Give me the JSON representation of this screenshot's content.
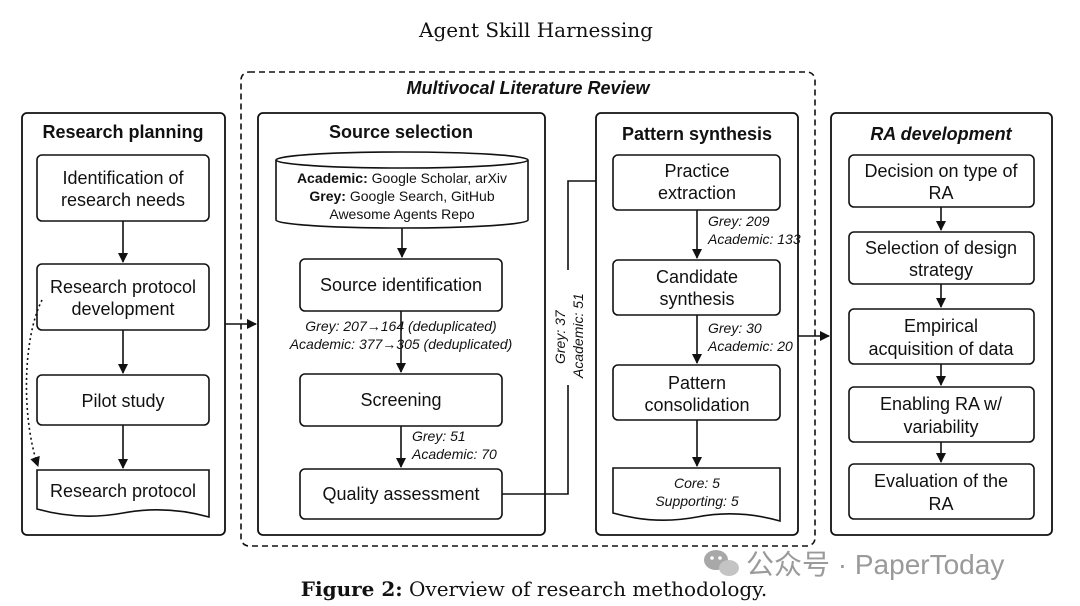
{
  "title": "Agent Skill Harnessing",
  "mlr_label": "Multivocal Literature Review",
  "planning": {
    "header": "Research planning",
    "step1": [
      "Identification of",
      "research needs"
    ],
    "step2": [
      "Research protocol",
      "development"
    ],
    "step3": "Pilot study",
    "output": "Research protocol"
  },
  "selection": {
    "header": "Source selection",
    "db": {
      "l1_bold": "Academic:",
      "l1": " Google Scholar, arXiv",
      "l2_bold": "Grey:",
      "l2": " Google Search, GitHub",
      "l3": "Awesome Agents Repo"
    },
    "ident": "Source identification",
    "dedup1": "Grey: 207→164 (deduplicated)",
    "dedup2": "Academic: 377→305 (deduplicated)",
    "screen": "Screening",
    "screen1": "Grey: 51",
    "screen2": "Academic: 70",
    "quality": "Quality assessment",
    "link1": "Grey: 37",
    "link2": "Academic: 51"
  },
  "synthesis": {
    "header": "Pattern synthesis",
    "extract": [
      "Practice",
      "extraction"
    ],
    "ex1": "Grey: 209",
    "ex2": "Academic: 133",
    "cand": [
      "Candidate",
      "synthesis"
    ],
    "cs1": "Grey: 30",
    "cs2": "Academic: 20",
    "consol": [
      "Pattern",
      "consolidation"
    ],
    "core": "Core: 5",
    "supp": "Supporting: 5"
  },
  "ra": {
    "header": "RA development",
    "s1": [
      "Decision on type of",
      "RA"
    ],
    "s2": [
      "Selection of design",
      "strategy"
    ],
    "s3": [
      "Empirical",
      "acquisition of data"
    ],
    "s4": [
      "Enabling RA w/",
      "variability"
    ],
    "s5": [
      "Evaluation of the",
      "RA"
    ]
  },
  "watermark": "公众号 · PaperToday",
  "caption": {
    "label": "Figure 2:",
    "text": " Overview of research methodology."
  }
}
